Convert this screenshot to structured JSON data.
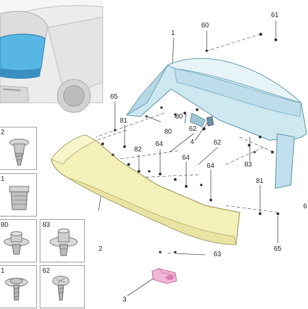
{
  "callouts": {
    "c1": "1",
    "c2": "2",
    "c3": "3",
    "c4": "4",
    "c6": "6",
    "c60": "60",
    "c61": "61",
    "c62a": "62",
    "c62b": "62",
    "c63": "63",
    "c64a": "64",
    "c64b": "64",
    "c64c": "64",
    "c65a": "65",
    "c65b": "65",
    "c80a": "80",
    "c80b": "80",
    "c81a": "81",
    "c81b": "81",
    "c82": "82",
    "c83": "83"
  },
  "fastener_panels": [
    {
      "label": "2"
    },
    {
      "label": "1"
    },
    {
      "label": "80"
    },
    {
      "label": "83"
    },
    {
      "label": "1"
    },
    {
      "label": "62"
    }
  ],
  "colors": {
    "spoiler_fill": "#cde8f1",
    "spoiler_edge": "#5b8fa3",
    "lip_fill": "#f3f0b8",
    "lip_edge": "#8e8a4a",
    "bracket_fill": "#f2b6d6",
    "car_highlight": "#58b6e6",
    "car_body": "#e8e8e8"
  }
}
